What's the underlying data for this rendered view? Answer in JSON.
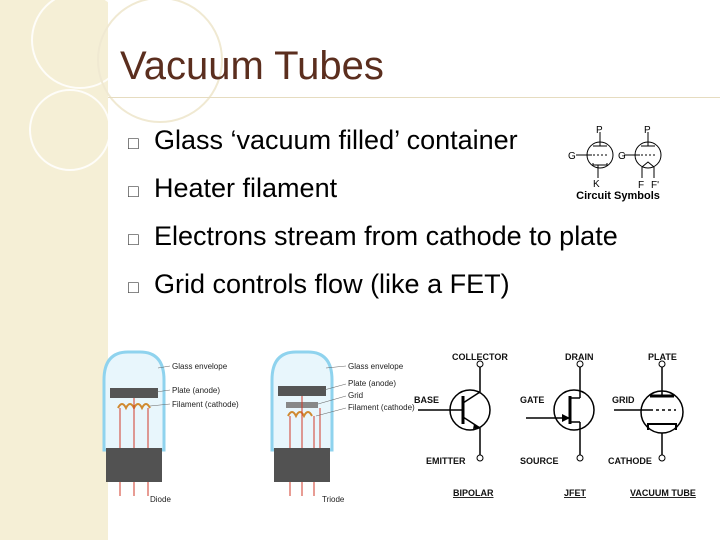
{
  "slide": {
    "title": "Vacuum Tubes",
    "bullets": [
      "Glass ‘vacuum filled’ container",
      "Heater filament",
      "Electrons stream from cathode to plate",
      "Grid controls flow (like a FET)"
    ],
    "bullet_glyph": "□"
  },
  "circuit_symbols": {
    "caption": "Circuit Symbols",
    "labels": {
      "p": "P",
      "g": "G",
      "k": "K",
      "f": "F",
      "f_prime": "F'"
    }
  },
  "diode_figure": {
    "labels": [
      "Glass envelope",
      "Plate (anode)",
      "Filament (cathode)"
    ],
    "caption": "Diode"
  },
  "triode_figure": {
    "labels": [
      "Glass envelope",
      "Plate (anode)",
      "Grid",
      "Filament (cathode)"
    ],
    "caption": "Triode"
  },
  "comparison": {
    "bipolar": {
      "top": "COLLECTOR",
      "left": "BASE",
      "bottom": "EMITTER",
      "caption": "BIPOLAR"
    },
    "jfet": {
      "top": "DRAIN",
      "left": "GATE",
      "bottom": "SOURCE",
      "caption": "JFET"
    },
    "tube": {
      "top": "PLATE",
      "left": "GRID",
      "bottom": "CATHODE",
      "caption": "VACUUM TUBE"
    }
  },
  "colors": {
    "title": "#5b2e1e",
    "sidebar": "#f5efd6",
    "wire": "#d23a2a",
    "glass": "#8fd3ee"
  }
}
